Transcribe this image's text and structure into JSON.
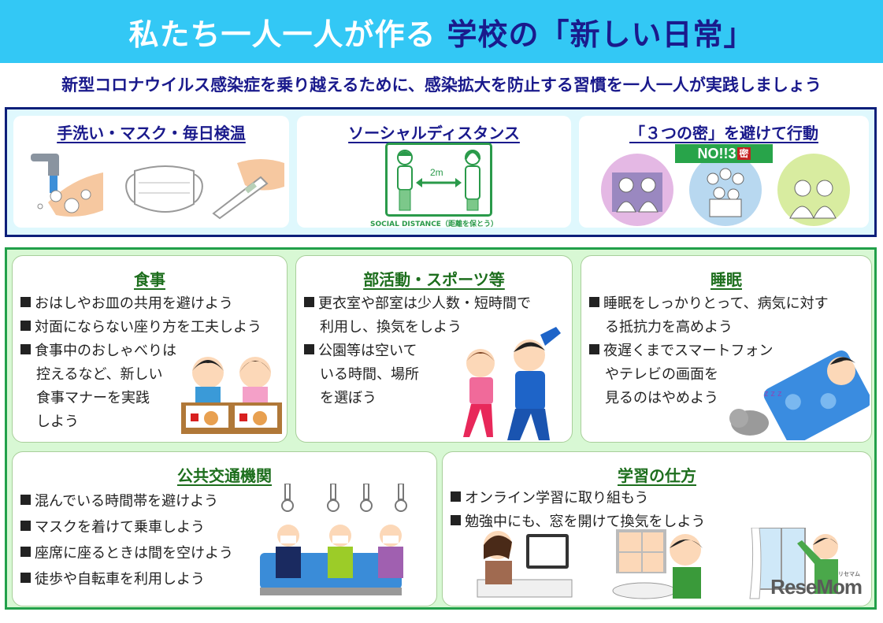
{
  "header": {
    "title_white": "私たち一人一人が作る",
    "title_navy": "学校の「新しい日常」",
    "subtitle": "新型コロナウイルス感染症を乗り越えるために、感染拡大を防止する習慣を一人一人が実践しましょう"
  },
  "top_section": {
    "cards": [
      {
        "title": "手洗い・マスク・毎日検温",
        "icons": [
          "handwash-icon",
          "mask-icon",
          "thermometer-icon"
        ]
      },
      {
        "title": "ソーシャルディスタンス",
        "sign_distance": "2m",
        "sign_caption": "SOCIAL DISTANCE（距離を保とう）"
      },
      {
        "title": "「３つの密」を避けて行動",
        "badge_text": "NO!!3",
        "badge_kanji": "密"
      }
    ]
  },
  "bottom_section": {
    "meal": {
      "title": "食事",
      "items": [
        [
          "おはしやお皿の共用を避けよう"
        ],
        [
          "対面にならない座り方を工夫しよう"
        ],
        [
          "食事中のおしゃべりは",
          "控えるなど、新しい",
          "食事マナーを実践",
          "しよう"
        ]
      ]
    },
    "club": {
      "title": "部活動・スポーツ等",
      "items": [
        [
          "更衣室や部室は少人数・短時間で",
          "利用し、換気をしよう"
        ],
        [
          "公園等は空いて",
          "いる時間、場所",
          "を選ぼう"
        ]
      ]
    },
    "sleep": {
      "title": "睡眠",
      "items": [
        [
          "睡眠をしっかりとって、病気に対す",
          "る抵抗力を高めよう"
        ],
        [
          "夜遅くまでスマートフォン",
          "やテレビの画面を",
          "見るのはやめよう"
        ]
      ]
    },
    "transit": {
      "title": "公共交通機関",
      "items": [
        [
          "混んでいる時間帯を避けよう"
        ],
        [
          "マスクを着けて乗車しよう"
        ],
        [
          "座席に座るときは間を空けよう"
        ],
        [
          "徒歩や自転車を利用しよう"
        ]
      ]
    },
    "study": {
      "title": "学習の仕方",
      "items": [
        [
          "オンライン学習に取り組もう"
        ],
        [
          "勉強中にも、窓を開けて換気をしよう"
        ]
      ]
    }
  },
  "watermark": {
    "text": "ReseMom",
    "ruby": "リセマム"
  },
  "colors": {
    "banner": "#33c8f5",
    "navy": "#1a1a8c",
    "top_border": "#0d1f7a",
    "top_bg": "#dff8fd",
    "green_border": "#22a04a",
    "green_bg": "#d8f8d4",
    "card_title_green": "#1d6e1d"
  }
}
